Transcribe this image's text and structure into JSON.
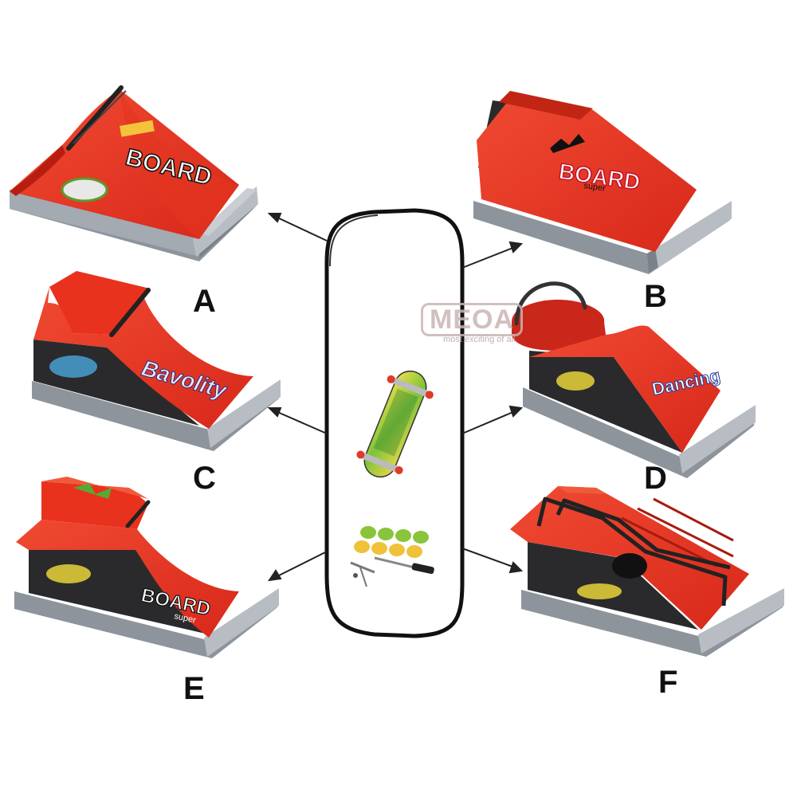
{
  "labels": {
    "a": "A",
    "b": "B",
    "c": "C",
    "d": "D",
    "e": "E",
    "f": "F"
  },
  "watermark": {
    "brand": "MEOA",
    "tagline": "most exciting of all"
  },
  "graffiti": {
    "a_main": "BOARD",
    "b_main": "BOARD",
    "b_small": "super",
    "c_main": "Bavolity",
    "e_main": "BOARD",
    "e_small": "super",
    "d_main": "Dancing"
  },
  "colors": {
    "ramp_red": "#e8321e",
    "ramp_dark": "#b81e10",
    "base_gray": "#9aa2aa",
    "base_light": "#c4cad0",
    "side_dark": "#2a2a2c",
    "rail": "#222222"
  }
}
